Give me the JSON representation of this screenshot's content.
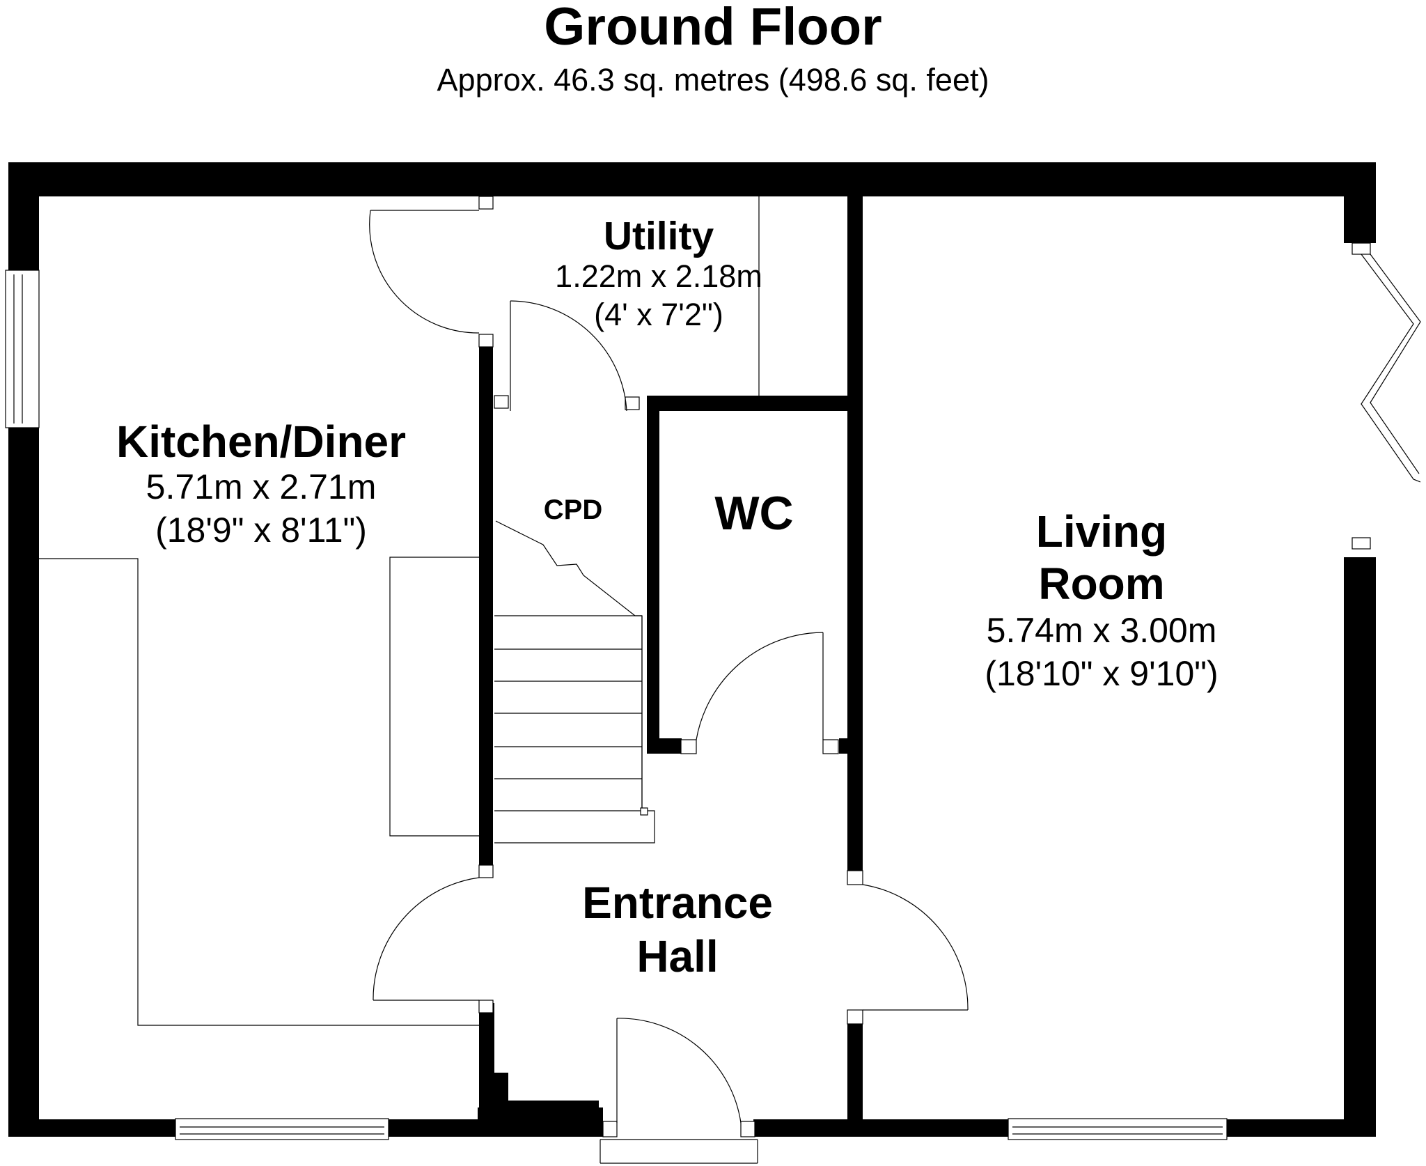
{
  "header": {
    "title": "Ground Floor",
    "area": "Approx. 46.3 sq. metres (498.6 sq. feet)"
  },
  "rooms": {
    "utility": {
      "name": "Utility",
      "metric": "1.22m x 2.18m",
      "imperial": "(4' x 7'2\")"
    },
    "kitchen": {
      "name": "Kitchen/Diner",
      "metric": "5.71m x 2.71m",
      "imperial": "(18'9\" x 8'11\")"
    },
    "cpd": {
      "name": "CPD"
    },
    "wc": {
      "name": "WC"
    },
    "living": {
      "name_line1": "Living",
      "name_line2": "Room",
      "metric": "5.74m x 3.00m",
      "imperial": "(18'10\" x 9'10\")"
    },
    "hall": {
      "name_line1": "Entrance",
      "name_line2": "Hall"
    }
  }
}
